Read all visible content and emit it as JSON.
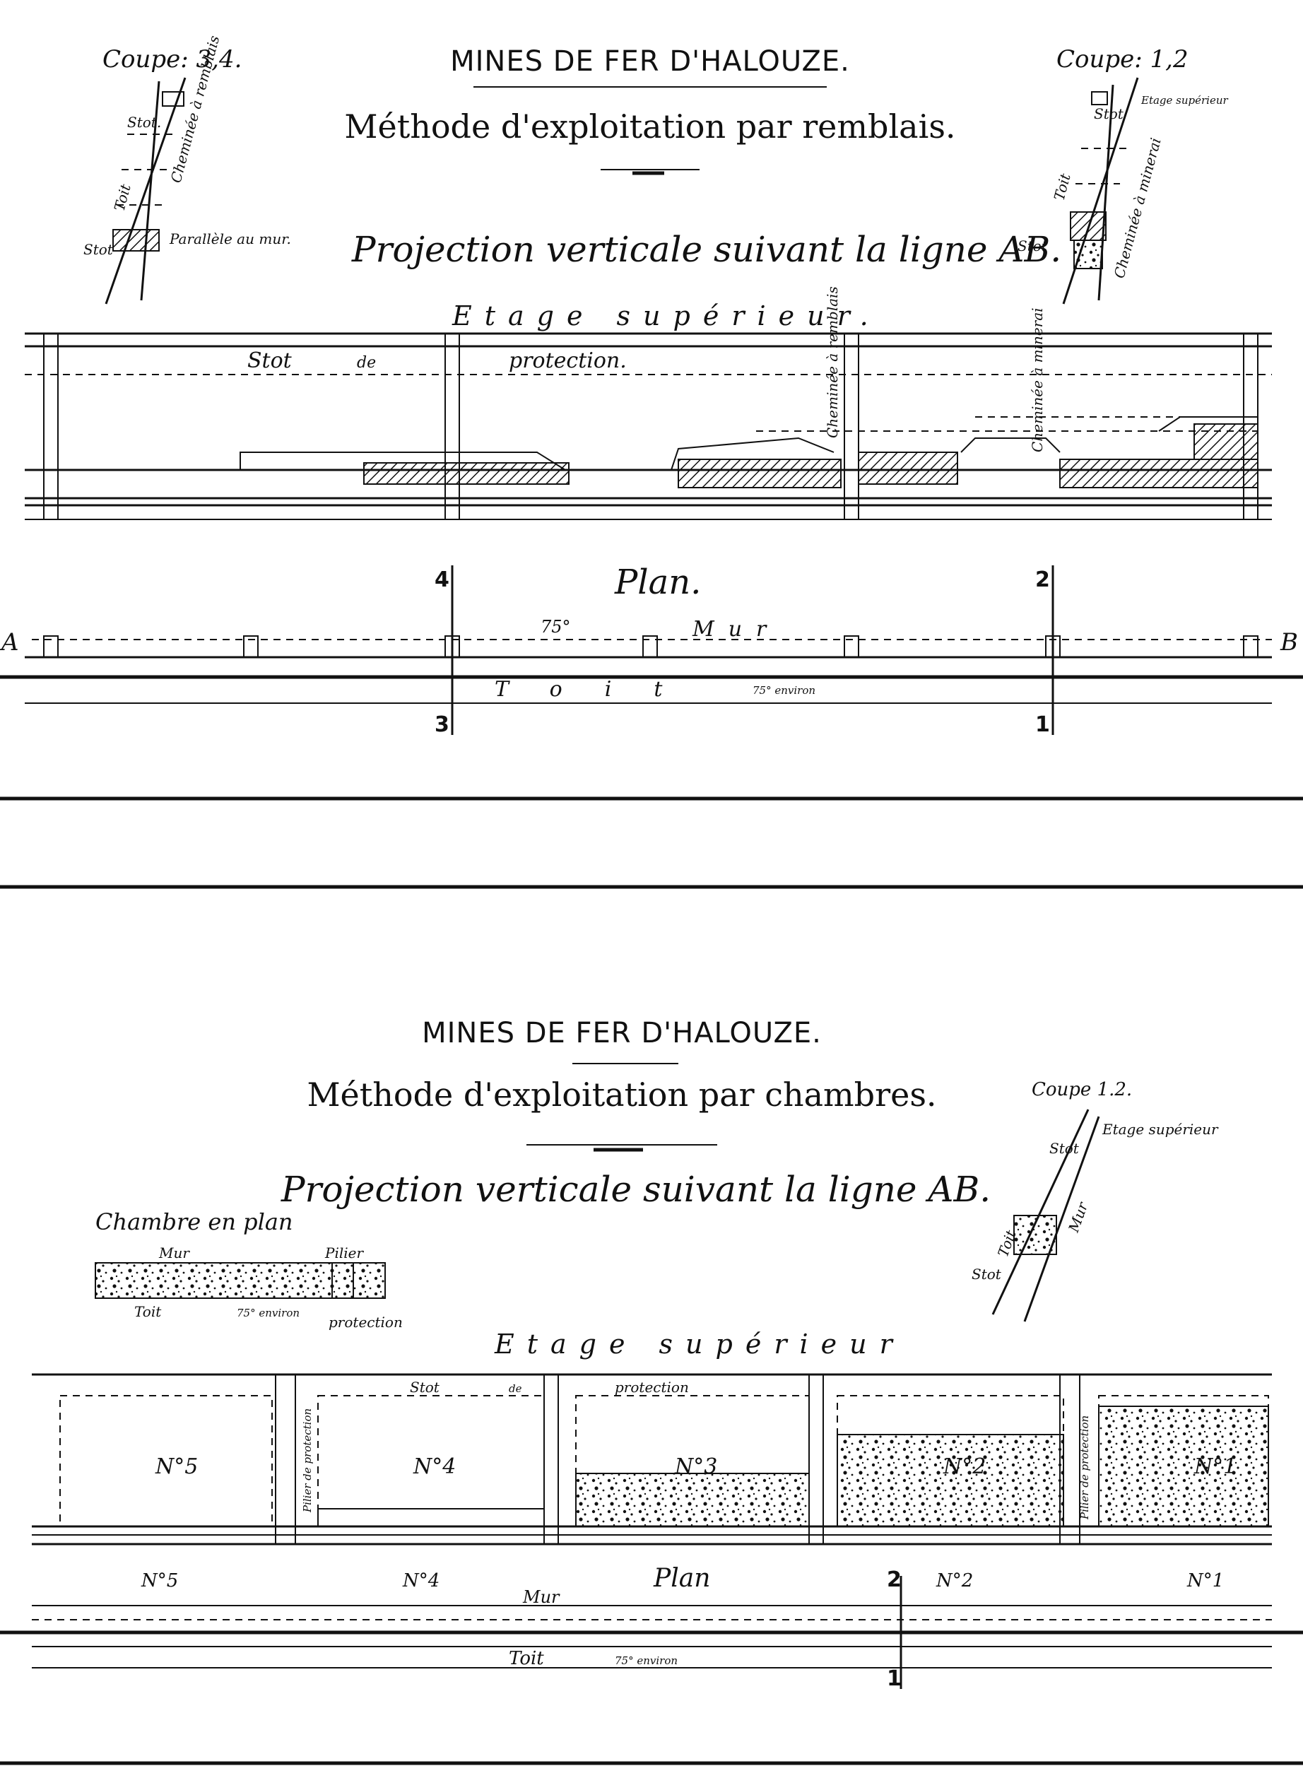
{
  "top_panel": {
    "title": "MINES DE FER D'HALOUZE.",
    "subtitle": "Méthode d'exploitation par remblais.",
    "projection": "Projection verticale suivant la ligne AB.",
    "etage_superieur": "Etage supérieur.",
    "stot_protection": [
      "Stot",
      "de",
      "protection."
    ],
    "coupe_left": {
      "title": "Coupe: 3,4.",
      "stot_top": "Stot.",
      "toit": "Toit",
      "cheminee": "Cheminée à remblais",
      "stot_bottom": "Stot",
      "parallele": "Parallèle au mur."
    },
    "coupe_right": {
      "title": "Coupe: 1,2",
      "etage": "Etage supérieur",
      "stot_top": "Stot",
      "toit": "Toit",
      "cheminee": "Cheminée à minerai",
      "stot_bottom": "Stot"
    },
    "chem_remblais": "Cheminée à remblais",
    "chem_minerai": "Cheminée à minerai",
    "plan_title": "Plan.",
    "mur": "Mur",
    "toit": "Toit",
    "angle_mur": "75°",
    "angle_toit": "75° environ",
    "section_labels": [
      "4",
      "3",
      "2",
      "1"
    ],
    "line_ends": [
      "A",
      "B"
    ]
  },
  "bottom_panel": {
    "title": "MINES DE FER D'HALOUZE.",
    "subtitle": "Méthode d'exploitation par chambres.",
    "projection": "Projection verticale suivant la ligne AB.",
    "chambre_plan": {
      "title": "Chambre en plan",
      "mur": "Mur",
      "pilier": "Pilier",
      "toit": "Toit",
      "angle": "75° environ",
      "protection": "protection"
    },
    "coupe": {
      "title": "Coupe 1.2.",
      "etage": "Etage supérieur",
      "stot_top": "Stot",
      "toit": "Toit",
      "mur": "Mur",
      "stot_bottom": "Stot"
    },
    "etage_superieur": "Etage supérieur",
    "stot_protection": [
      "Stot",
      "de",
      "protection"
    ],
    "pilier_protection": "Pilier de protection",
    "chambers": [
      "N°5",
      "N°4",
      "N°3",
      "N°2",
      "N°1"
    ],
    "plan_title": "Plan",
    "mur": "Mur",
    "toit": "Toit",
    "angle_toit": "75° environ",
    "section_labels": [
      "2",
      "1"
    ]
  },
  "colors": {
    "ink": "#111111",
    "paper": "#ffffff"
  }
}
